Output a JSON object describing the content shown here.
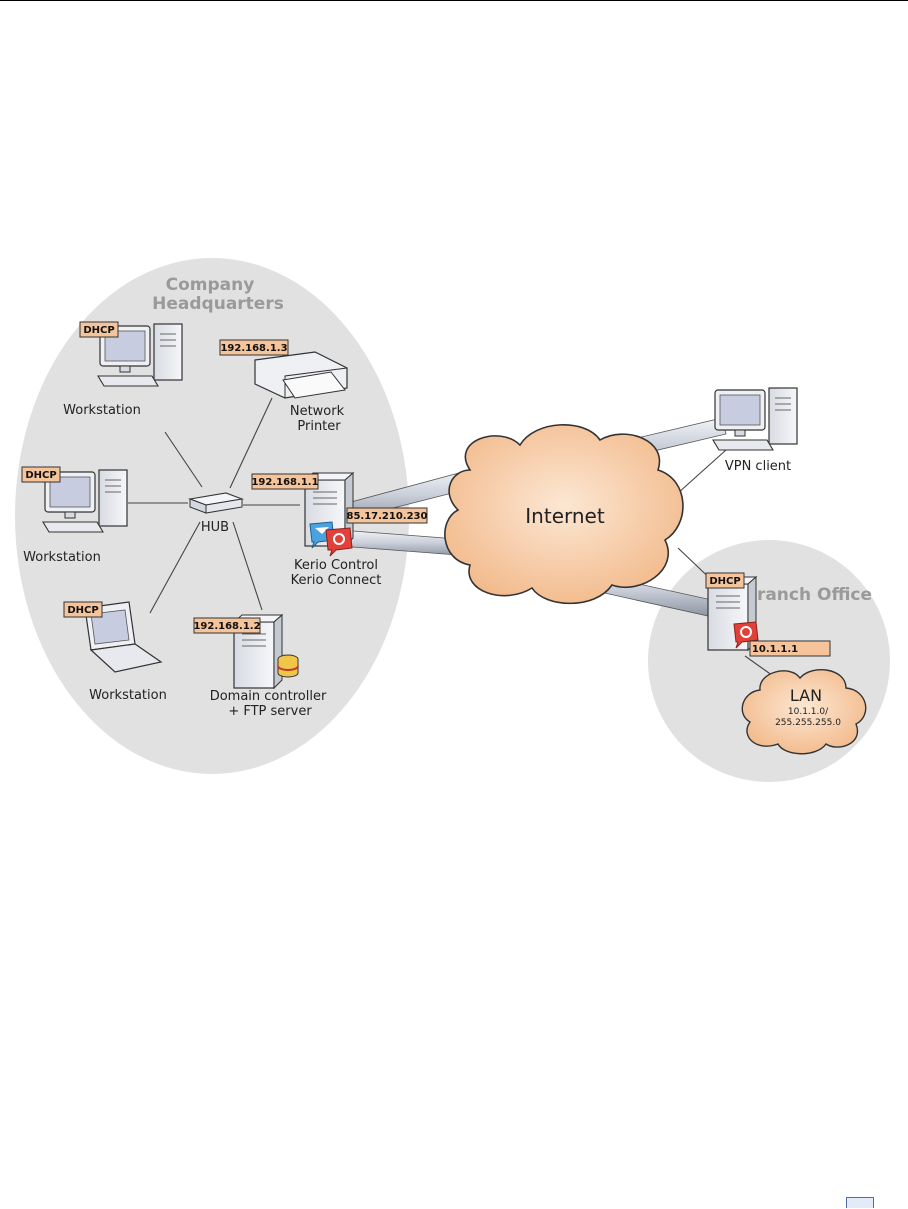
{
  "regions": {
    "headquarters_line1": "Company",
    "headquarters_line2": "Headquarters",
    "branch": "Branch Office"
  },
  "cloud": {
    "label": "Internet"
  },
  "lan": {
    "title": "LAN",
    "network": "10.1.1.0/",
    "mask": "255.255.255.0"
  },
  "hub": {
    "label": "HUB"
  },
  "devices": {
    "ws1": {
      "tag": "DHCP",
      "label": "Workstation"
    },
    "ws2": {
      "tag": "DHCP",
      "label": "Workstation"
    },
    "ws3": {
      "tag": "DHCP",
      "label": "Workstation"
    },
    "printer": {
      "tag": "192.168.1.3",
      "label1": "Network",
      "label2": "Printer"
    },
    "gateway": {
      "tag_lan": "192.168.1.1",
      "tag_wan": "85.17.210.230",
      "label1": "Kerio Control",
      "label2": "Kerio Connect"
    },
    "dc": {
      "tag": "192.168.1.2",
      "label1": "Domain controller",
      "label2": "+ FTP server"
    },
    "vpn": {
      "label": "VPN client"
    },
    "branch_gw": {
      "tag": "DHCP",
      "tag_lan": "10.1.1.1"
    }
  },
  "colors": {
    "region_fill": "#e1e1e1",
    "cloud_fill": "#f7cfa8",
    "tag_fill": "#f6c49a",
    "tunnel": "#d8dce4"
  },
  "icons": [
    "workstation-icon",
    "laptop-icon",
    "printer-icon",
    "hub-icon",
    "server-icon",
    "cloud-icon",
    "kerio-control-icon",
    "kerio-connect-icon",
    "database-icon"
  ]
}
